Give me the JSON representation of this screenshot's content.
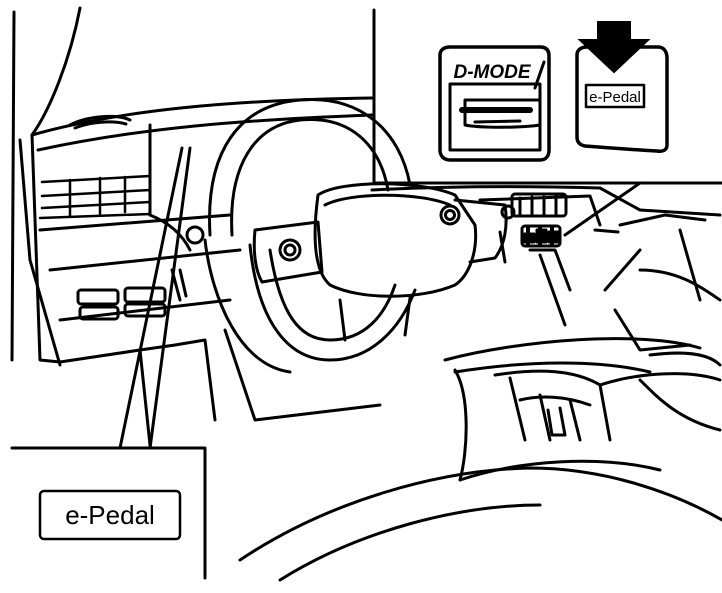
{
  "callout_label": "e-Pedal",
  "inset": {
    "dmode_label": "D-MODE",
    "epedal_label": "e-Pedal"
  },
  "colors": {
    "line": "#000000",
    "background": "#ffffff"
  }
}
